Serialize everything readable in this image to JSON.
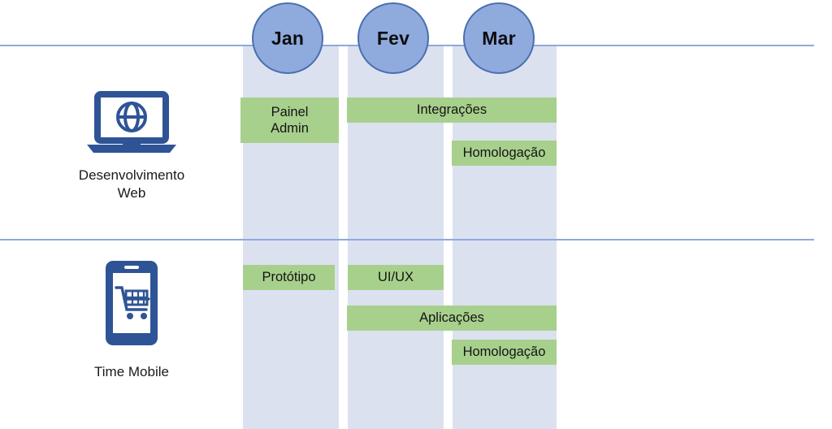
{
  "diagram": {
    "type": "roadmap-timeline",
    "colors": {
      "column_fill": "#DCE1F0",
      "circle_fill": "#8FAADC",
      "circle_border": "#4A6FAF",
      "task_bar": "#A8D08D",
      "rule": "#8EA9DB",
      "icon": "#2E5496"
    },
    "timeline": {
      "columns": [
        {
          "key": "jan",
          "label": "Jan"
        },
        {
          "key": "fev",
          "label": "Fev"
        },
        {
          "key": "mar",
          "label": "Mar"
        }
      ]
    },
    "lanes": [
      {
        "key": "web",
        "label": "Desenvolvimento Web",
        "label_line1": "Desenvolvimento",
        "label_line2": "Web",
        "icon": "laptop-globe-icon",
        "tasks": [
          {
            "key": "painel-admin",
            "label": "Painel Admin",
            "label_line1": "Painel",
            "label_line2": "Admin",
            "start": "Jan",
            "end": "Jan"
          },
          {
            "key": "integracoes",
            "label": "Integrações",
            "start": "Fev",
            "end": "Mar"
          },
          {
            "key": "homologacao-web",
            "label": "Homologação",
            "start": "Mar",
            "end": "Mar"
          }
        ]
      },
      {
        "key": "mobile",
        "label": "Time Mobile",
        "icon": "smartphone-cart-icon",
        "tasks": [
          {
            "key": "prototipo",
            "label": "Protótipo",
            "start": "Jan",
            "end": "Jan"
          },
          {
            "key": "uiux",
            "label": "UI/UX",
            "start": "Fev",
            "end": "Fev"
          },
          {
            "key": "aplicacoes",
            "label": "Aplicações",
            "start": "Fev",
            "end": "Mar"
          },
          {
            "key": "homologacao-mobile",
            "label": "Homologação",
            "start": "Mar",
            "end": "Mar"
          }
        ]
      }
    ]
  }
}
